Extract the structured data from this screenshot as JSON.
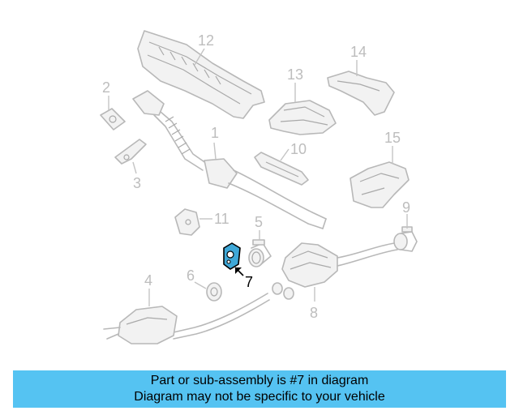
{
  "callouts": {
    "c1": "1",
    "c2": "2",
    "c3": "3",
    "c4": "4",
    "c5": "5",
    "c6": "6",
    "c7": "7",
    "c8": "8",
    "c9": "9",
    "c10": "10",
    "c11": "11",
    "c12": "12",
    "c13": "13",
    "c14": "14",
    "c15": "15"
  },
  "highlight_part": "7",
  "highlight_color": "#3fa8d8",
  "banner": {
    "line1": "Part or sub-assembly is #7 in diagram",
    "line2": "Diagram may not be specific to your vehicle",
    "background": "#55c3f2"
  }
}
